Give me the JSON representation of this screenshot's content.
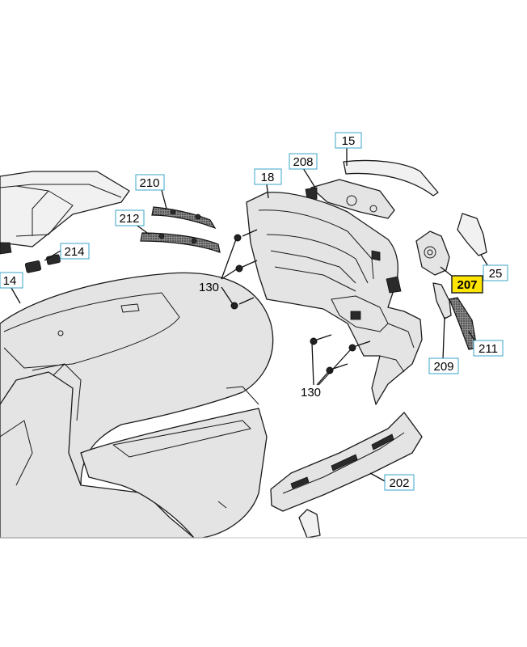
{
  "diagram": {
    "callouts": {
      "c15": "15",
      "c208": "208",
      "c18": "18",
      "c210": "210",
      "c212": "212",
      "c214": "214",
      "c14": "14",
      "c25": "25",
      "c207": "207",
      "c211": "211",
      "c209": "209",
      "c202": "202"
    },
    "plain_labels": {
      "l130a": "130",
      "l130b": "130"
    },
    "highlighted_part": "207"
  },
  "colors": {
    "highlight": "#ffe600",
    "callout_border": "#3aa6c9"
  }
}
